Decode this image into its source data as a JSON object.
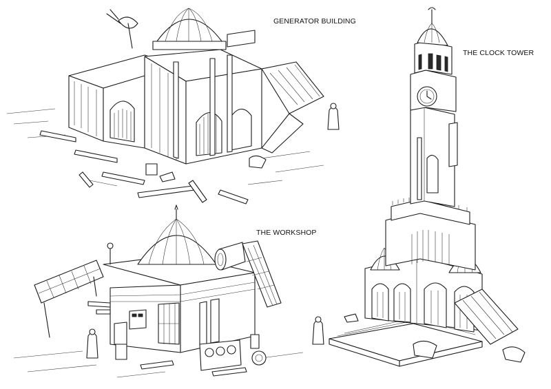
{
  "captions": {
    "generator": "GENERATOR BUILDING",
    "clock_tower": "THE CLOCK TOWER",
    "workshop": "THE WORKSHOP"
  },
  "colors": {
    "background": "#ffffff",
    "ink": "#1a1a1a"
  }
}
